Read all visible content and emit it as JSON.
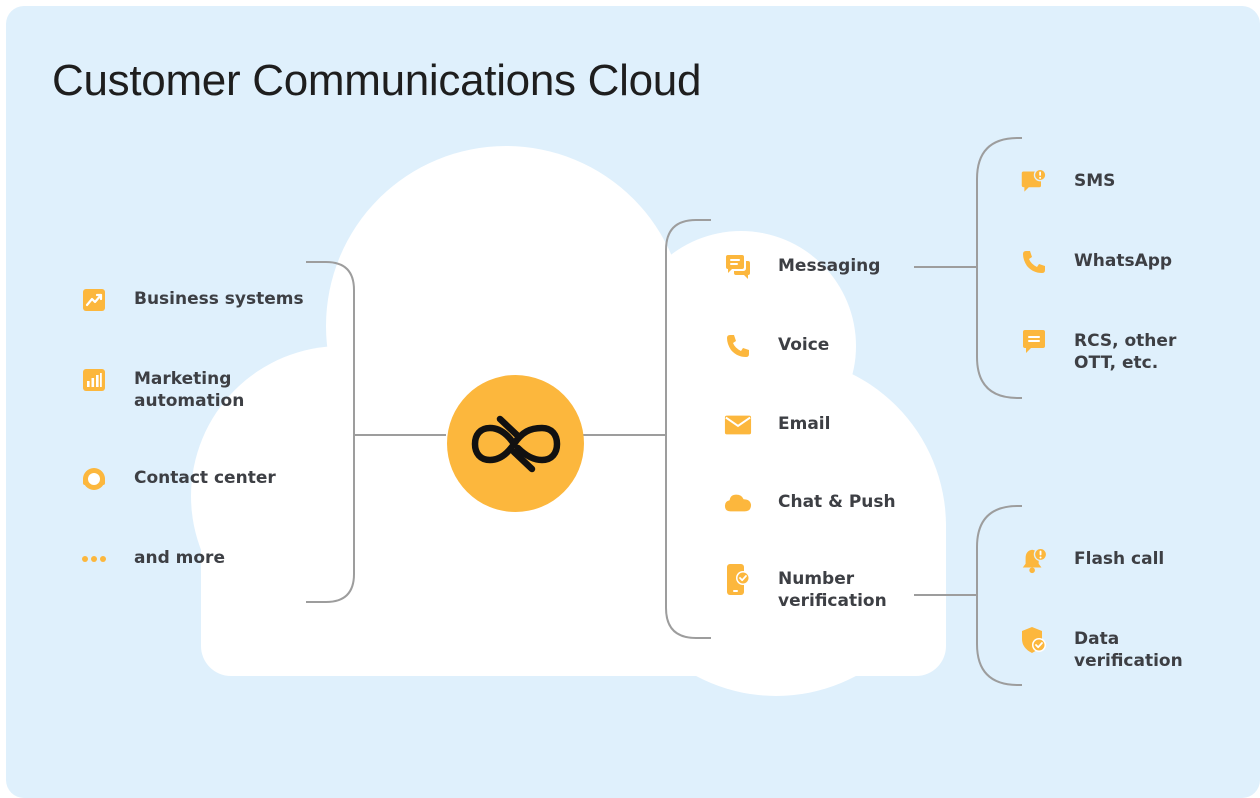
{
  "title": "Customer Communications Cloud",
  "colors": {
    "background": "#dff0fc",
    "cloud": "#ffffff",
    "accent": "#fcb73d",
    "line": "#9d9d9d",
    "text": "#3d3f44"
  },
  "logo": {
    "icon": "infinity-logo-icon"
  },
  "left_items": [
    {
      "label": "Business systems",
      "icon": "trend-chart-icon"
    },
    {
      "label": "Marketing\nautomation",
      "icon": "bar-chart-icon"
    },
    {
      "label": "Contact center",
      "icon": "headset-icon"
    },
    {
      "label": "and more",
      "icon": "more-dots-icon"
    }
  ],
  "channels": [
    {
      "label": "Messaging",
      "icon": "chat-bubbles-icon"
    },
    {
      "label": "Voice",
      "icon": "phone-icon"
    },
    {
      "label": "Email",
      "icon": "envelope-icon"
    },
    {
      "label": "Chat & Push",
      "icon": "cloud-icon"
    },
    {
      "label": "Number\nverification",
      "icon": "phone-check-icon"
    }
  ],
  "messaging_types": [
    {
      "label": "SMS",
      "icon": "sms-alert-icon"
    },
    {
      "label": "WhatsApp",
      "icon": "phone-icon"
    },
    {
      "label": "RCS, other\nOTT, etc.",
      "icon": "message-lines-icon"
    }
  ],
  "verification_types": [
    {
      "label": "Flash call",
      "icon": "bell-alert-icon"
    },
    {
      "label": "Data\nverification",
      "icon": "shield-check-icon"
    }
  ]
}
